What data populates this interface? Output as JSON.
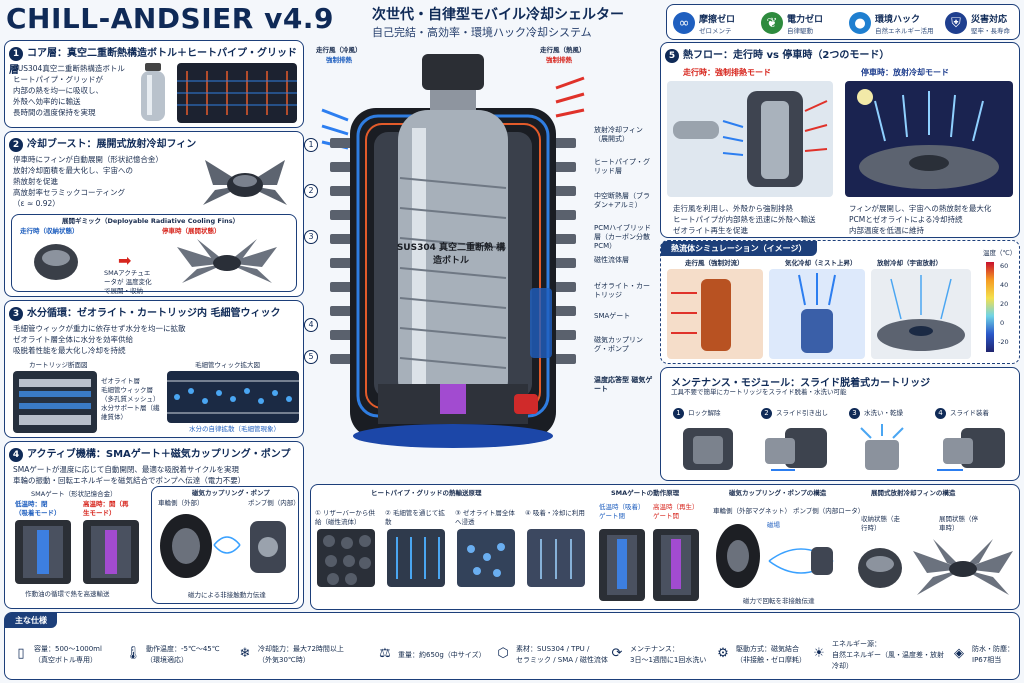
{
  "header": {
    "title": "CHILL-ANDSIER v4.9",
    "subtitle1": "次世代・自律型モバイル冷却シェルター",
    "subtitle2": "自己完結・高効率・環境ハック冷却システム"
  },
  "features": [
    {
      "icon": "infinity-icon",
      "glyph": "∞",
      "t1": "摩擦ゼロ",
      "t2": "ゼロメンテ",
      "color": "#1f5fbf"
    },
    {
      "icon": "leaf-icon",
      "glyph": "❦",
      "t1": "電力ゼロ",
      "t2": "自律駆動",
      "color": "#2e8b3e"
    },
    {
      "icon": "water-drop-icon",
      "glyph": "💧",
      "t1": "環境ハック",
      "t2": "自然エネルギー活用",
      "color": "#1f7fd0"
    },
    {
      "icon": "shield-icon",
      "glyph": "⛨",
      "t1": "災害対応",
      "t2": "堅牢・長寿命",
      "color": "#1f3f8f"
    }
  ],
  "section1": {
    "num": "1",
    "title": "コア層：真空二重断熱構造ボトル＋ヒートパイプ・グリッド層",
    "bullets": [
      "SUS304真空二重断熱構造ボトル",
      "ヒートパイプ・グリッドが",
      "内部の熱を均一に吸収し、",
      "外殻へ効率的に輸送",
      "長時間の温度保持を実現"
    ]
  },
  "section2": {
    "num": "2",
    "title": "冷却ブースト：展開式放射冷却フィン",
    "bullets": [
      "停車時にフィンが自動展開（形状記憶合金）",
      "放射冷却面積を最大化し、宇宙への",
      "熱放射を促進",
      "高放射率セラミックコーティング",
      "（ε ≈ 0.92）"
    ],
    "gimmick_title": "展開ギミック（Deployable Radiative Cooling Fins）",
    "driving_label": "走行時（収納状態）",
    "stop_label": "停車時（展開状態）",
    "sma_note": "SMAアクチュエータが 温度変化で展開・収納"
  },
  "section3": {
    "num": "3",
    "title": "水分循環：ゼオライト・カートリッジ内 毛細管ウィック",
    "bullets": [
      "毛細管ウィックが重力に依存せず水分を均一に拡散",
      "ゼオライト層全体に水分を効率供給",
      "吸脱着性能を最大化し冷却を持続"
    ],
    "img1_label": "カートリッジ断面図",
    "img1_callouts": [
      "ゼオライト層",
      "毛細管ウィック層（多孔質メッシュ）",
      "水分サポート層（繊維質体）"
    ],
    "img2_label": "毛細管ウィック拡大図",
    "img2_caption": "水分の自律拡散（毛細管現象）"
  },
  "section4": {
    "num": "4",
    "title": "アクティブ機構：SMAゲート＋磁気カップリング・ポンプ",
    "bullets": [
      "SMAゲートが温度に応じて自動開閉、最適な吸脱着サイクルを実現",
      "車輪の振動・回転エネルギーを磁気結合でポンプへ伝達（電力不要）"
    ],
    "sma_label": "SMAゲート（形状記憶合金）",
    "low_temp": "低温時：閉（吸着モード）",
    "high_temp": "高温時：開（再生モード）",
    "sma_caption": "作動油の循環で熱を高速輸送",
    "pump_label": "磁気カップリング・ポンプ",
    "wheel_label": "車輪側（外部）",
    "pump_side": "ポンプ側（内部）",
    "pump_caption": "磁力による非接触動力伝達"
  },
  "center": {
    "wind_left": "走行風（冷風）",
    "wind_left2": "強制排熱",
    "wind_right": "走行風（熱風）",
    "wind_right2": "強制排熱",
    "bottle_text": "SUS304 真空二重断熱 構造ボトル",
    "nums": [
      "1",
      "2",
      "3",
      "4",
      "5"
    ],
    "callouts": [
      "放射冷却フィン（展開式）",
      "ヒートパイプ・グリッド層",
      "中空断熱層（ブラダン+アルミ）",
      "PCMハイブリッド層（カーボン分散PCM）",
      "磁性流体層",
      "ゼオライト・カートリッジ",
      "SMAゲート",
      "磁気カップリング・ポンプ"
    ],
    "callout_red": "温度応答型 磁気ゲート"
  },
  "section5": {
    "num": "5",
    "title": "熱フロー：走行時 vs 停車時（2つのモード）",
    "drive_title": "走行時：強制排熱モード",
    "stop_title": "停車時：放射冷却モード",
    "drive_bullets": [
      "走行風を利用し、外殻から強制排熱",
      "ヒートパイプが内部熱を迅速に外殻へ輸送",
      "ゼオライト再生を促進"
    ],
    "stop_bullets": [
      "フィンが展開し、宇宙への熱放射を最大化",
      "PCMとゼオライトによる冷却持続",
      "内部温度を低温に維持"
    ]
  },
  "simulation": {
    "title": "熱流体シミュレーション（イメージ）",
    "panels": [
      "走行風（強制対流）",
      "気化冷却（ミスト上昇）",
      "放射冷却（宇宙放射）"
    ],
    "scale_label": "温度（℃）",
    "scale_ticks": [
      "60",
      "40",
      "20",
      "0",
      "-20"
    ]
  },
  "maintenance": {
    "title": "メンテナンス・モジュール：スライド脱着式カートリッジ",
    "desc": "工具不要で簡単にカートリッジをスライド脱着・水洗い可能",
    "steps": [
      {
        "num": "1",
        "label": "ロック解除"
      },
      {
        "num": "2",
        "label": "スライド引き出し"
      },
      {
        "num": "3",
        "label": "水洗い・乾燥"
      },
      {
        "num": "4",
        "label": "スライド装着"
      }
    ]
  },
  "bottom_panels": {
    "heatpipe": {
      "title": "ヒートパイプ・グリッドの熱輸送原理",
      "steps": [
        "① リザーバーから供給（磁性流体）",
        "② 毛細管を通じて拡散",
        "③ ゼオライト層全体へ浸透",
        "④ 吸着・冷却に利用"
      ]
    },
    "sma": {
      "title": "SMAゲートの動作原理",
      "low": "低温時（吸着）ゲート閉",
      "high": "高温時（再生）ゲート開"
    },
    "magnet": {
      "title": "磁気カップリング・ポンプの構造",
      "wheel": "車輪側（外部マグネット）",
      "pump": "ポンプ側（内部ロータ）",
      "magnet": "磁場",
      "caption": "磁力で回転を非接触伝達"
    },
    "fins": {
      "title": "展開式放射冷却フィンの構造",
      "stored": "収納状態（走行時）",
      "deployed": "展開状態（停車時）"
    }
  },
  "specs": {
    "label": "主な仕様",
    "items": [
      {
        "icon": "bottle-icon",
        "glyph": "🫙",
        "l1": "容量：500～1000ml",
        "l2": "（真空ボトル専用）"
      },
      {
        "icon": "thermometer-icon",
        "glyph": "🌡",
        "l1": "動作温度：-5℃～45℃",
        "l2": "（環境適応）"
      },
      {
        "icon": "snowflake-icon",
        "glyph": "❄",
        "l1": "冷却能力：最大72時間以上",
        "l2": "（外気30℃時）"
      },
      {
        "icon": "weight-icon",
        "glyph": "⚖",
        "l1": "重量：約650g（中サイズ）",
        "l2": ""
      },
      {
        "icon": "material-icon",
        "glyph": "⬡",
        "l1": "素材：SUS304 / TPU /",
        "l2": "セラミック / SMA / 磁性流体"
      },
      {
        "icon": "maintenance-icon",
        "glyph": "⚙",
        "l1": "メンテナンス：",
        "l2": "3日～1週間に1回水洗い"
      },
      {
        "icon": "drive-icon",
        "glyph": "⚙",
        "l1": "駆動方式：磁気結合",
        "l2": "（非接触・ゼロ摩耗）"
      },
      {
        "icon": "energy-icon",
        "glyph": "☀",
        "l1": "エネルギー源：",
        "l2": "自然エネルギー（風・温度差・放射冷却）"
      },
      {
        "icon": "waterproof-icon",
        "glyph": "💧",
        "l1": "防水・防塵：",
        "l2": "IP67相当"
      }
    ]
  }
}
